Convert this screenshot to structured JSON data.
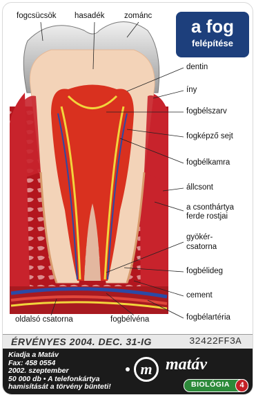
{
  "title": {
    "main": "a fog",
    "sub": "felépítése"
  },
  "labels": {
    "top": [
      "fogcsücsök",
      "hasadék",
      "zománc"
    ],
    "right": [
      "dentin",
      "íny",
      "fogbélszarv",
      "fogképző sejt",
      "fogbélkamra",
      "állcsont",
      "a csonthártya",
      "ferde rostjai",
      "gyökér-",
      "csatorna",
      "fogbélideg",
      "cement",
      "fogbélartéria"
    ],
    "bottom": [
      "oldalsó csatorna",
      "fogbélvéna"
    ]
  },
  "validity": "ÉRVÉNYES 2004. DEC. 31-IG",
  "serial": "32422FF3A",
  "publisher": [
    "Kiadja a Matáv",
    "Fax: 458 0554",
    "2002. szeptember",
    "50 000 db • A telefonkártya",
    "hamisítását a törvény bünteti!"
  ],
  "logo": {
    "mark": "m",
    "brand": "matáv"
  },
  "series": {
    "name": "BIOLÓGIA",
    "number": "4"
  },
  "colors": {
    "title_bg": "#1d3f7c",
    "gum": "#c8232c",
    "enamel": "#bdbdbd",
    "dentin": "#f3d3b8",
    "pulp": "#d9311f",
    "nerve": "#f2d53c",
    "vein": "#2b4aa6",
    "series_green": "#2d8a3a"
  }
}
